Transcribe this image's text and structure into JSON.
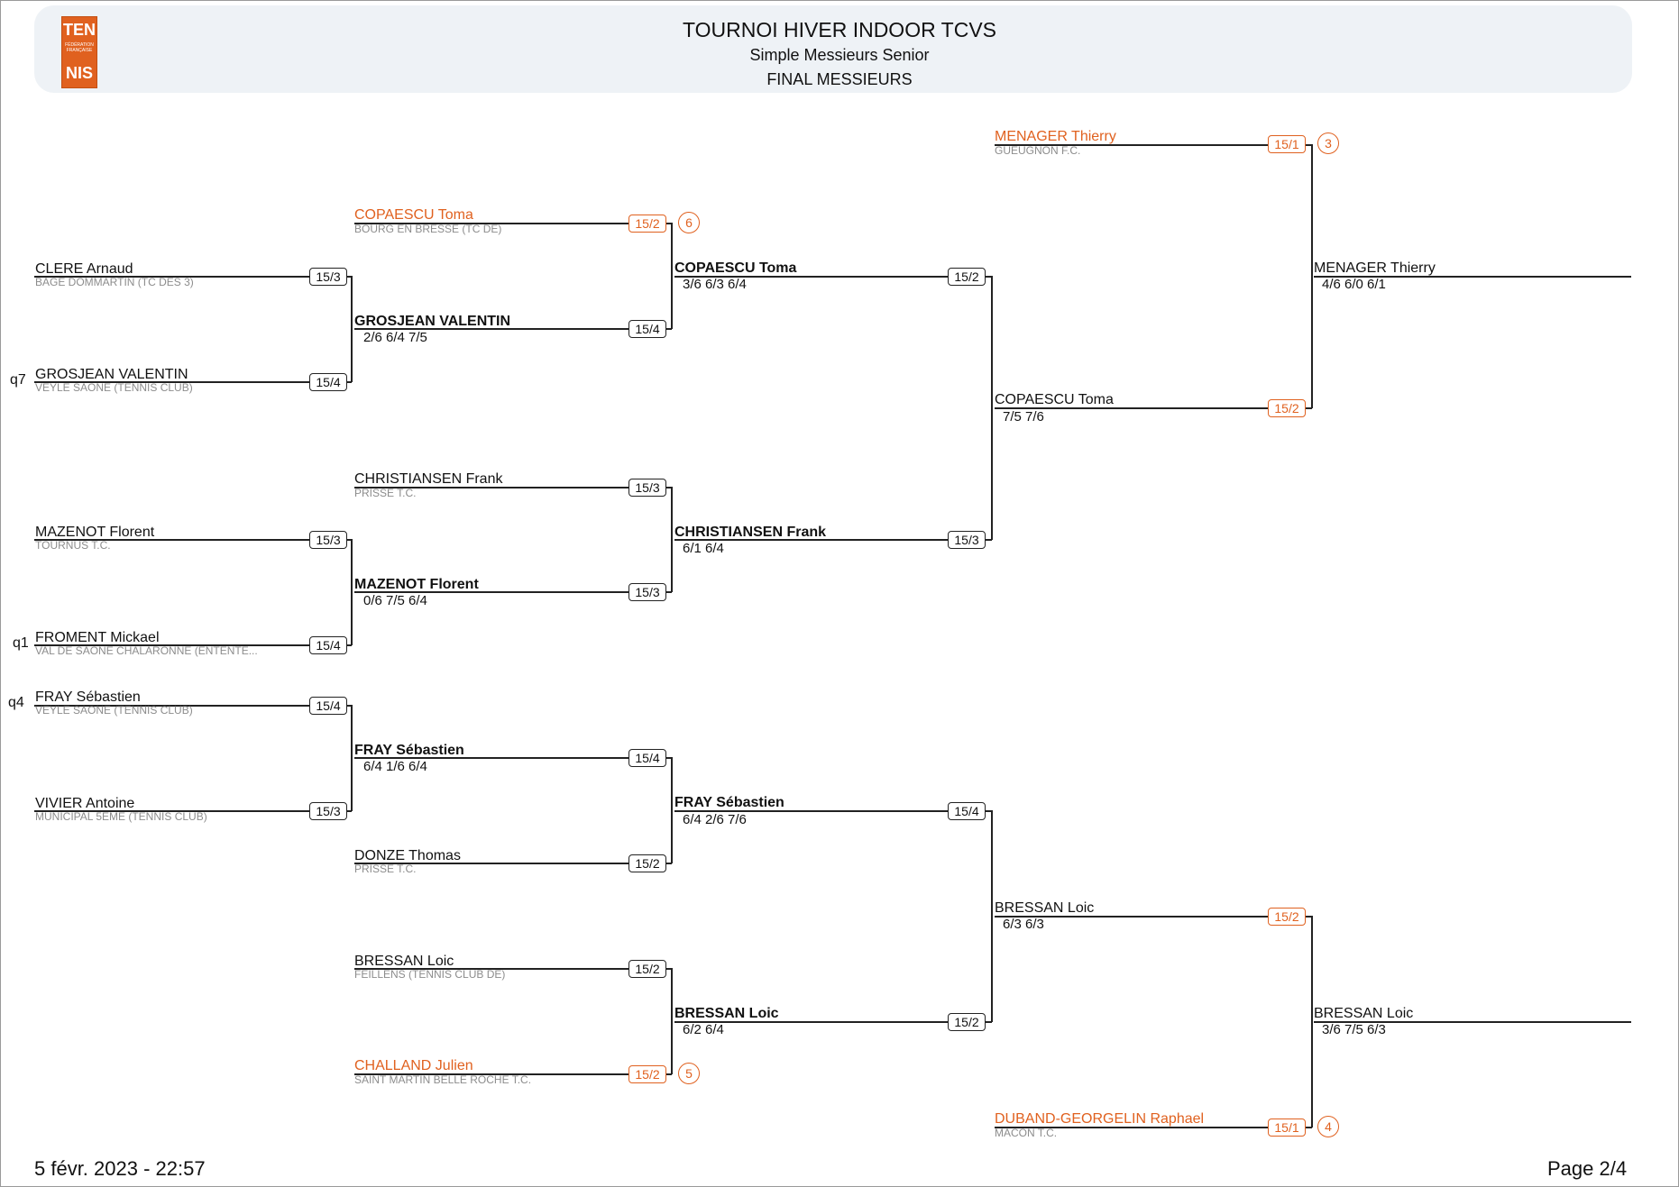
{
  "header": {
    "title": "TOURNOI HIVER INDOOR TCVS",
    "subtitle": "Simple Messieurs Senior",
    "round": "FINAL MESSIEURS",
    "logo": {
      "line1": "TEN",
      "line2": "FÉDÉRATION FRANÇAISE",
      "line3": "NIS"
    }
  },
  "footer": {
    "date": "5 févr. 2023 - 22:57",
    "page": "Page 2/4"
  },
  "entries": {
    "menager": {
      "name": "MENAGER Thierry",
      "club": "GUEUGNON F.C.",
      "rank": "15/1",
      "seed": "3"
    },
    "copaescu": {
      "name": "COPAESCU Toma",
      "club": "BOURG EN BRESSE (TC DE)",
      "rank": "15/2",
      "seed": "6"
    },
    "clere": {
      "name": "CLERE Arnaud",
      "club": "BAGE DOMMARTIN (TC DES 3)",
      "rank": "15/3"
    },
    "grosjean": {
      "name": "GROSJEAN VALENTIN",
      "club": "VEYLE SAONE (TENNIS CLUB)",
      "rank": "15/4",
      "qual": "q7"
    },
    "christiansen": {
      "name": "CHRISTIANSEN Frank",
      "club": "PRISSE T.C.",
      "rank": "15/3"
    },
    "mazenot": {
      "name": "MAZENOT Florent",
      "club": "TOURNUS T.C.",
      "rank": "15/3"
    },
    "froment": {
      "name": "FROMENT Mickael",
      "club": "VAL DE SAONE CHALARONNE (ENTENTE...",
      "rank": "15/4",
      "qual": "q1"
    },
    "fray": {
      "name": "FRAY Sébastien",
      "club": "VEYLE SAONE (TENNIS CLUB)",
      "rank": "15/4",
      "qual": "q4"
    },
    "vivier": {
      "name": "VIVIER Antoine",
      "club": "MUNICIPAL 5EME (TENNIS CLUB)",
      "rank": "15/3"
    },
    "donze": {
      "name": "DONZE Thomas",
      "club": "PRISSE T.C.",
      "rank": "15/2"
    },
    "bressan": {
      "name": "BRESSAN Loic",
      "club": "FEILLENS (TENNIS CLUB DE)",
      "rank": "15/2"
    },
    "challand": {
      "name": "CHALLAND Julien",
      "club": "SAINT MARTIN BELLE ROCHE T.C.",
      "rank": "15/2",
      "seed": "5"
    },
    "duband": {
      "name": "DUBAND-GEORGELIN Raphael",
      "club": "MACON T.C.",
      "rank": "15/1",
      "seed": "4"
    }
  },
  "results": {
    "r1_grosjean": {
      "name": "GROSJEAN VALENTIN",
      "score": "2/6 6/4 7/5",
      "rank": "15/4"
    },
    "r1_mazenot": {
      "name": "MAZENOT Florent",
      "score": "0/6 7/5 6/4",
      "rank": "15/3"
    },
    "r1_fray": {
      "name": "FRAY Sébastien",
      "score": "6/4 1/6 6/4",
      "rank": "15/4"
    },
    "r2_copaescu": {
      "name": "COPAESCU Toma",
      "score": "3/6 6/3 6/4",
      "rank": "15/2"
    },
    "r2_christiansen": {
      "name": "CHRISTIANSEN Frank",
      "score": "6/1 6/4",
      "rank": "15/3"
    },
    "r2_fray": {
      "name": "FRAY Sébastien",
      "score": "6/4 2/6 7/6",
      "rank": "15/4"
    },
    "r2_bressan": {
      "name": "BRESSAN Loic",
      "score": "6/2 6/4",
      "rank": "15/2"
    },
    "r3_copaescu": {
      "name": "COPAESCU Toma",
      "score": "7/5 7/6",
      "rank": "15/2"
    },
    "r3_bressan": {
      "name": "BRESSAN Loic",
      "score": "6/3 6/3",
      "rank": "15/2"
    },
    "r4_menager": {
      "name": "MENAGER Thierry",
      "score": "4/6 6/0 6/1"
    },
    "r4_bressan": {
      "name": "BRESSAN Loic",
      "score": "3/6 7/5 6/3"
    }
  }
}
